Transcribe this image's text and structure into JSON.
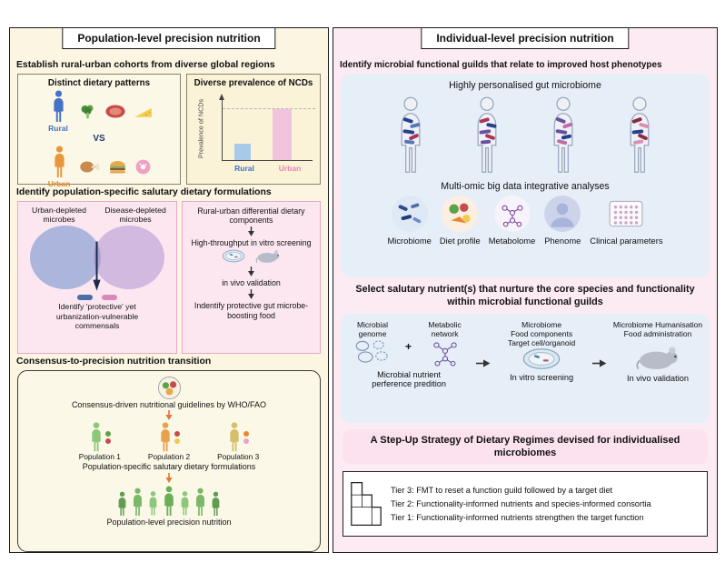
{
  "left": {
    "title": "Population-level precision nutrition",
    "s1": {
      "heading": "Establish rural-urban cohorts from diverse global regions",
      "dietary": {
        "title": "Distinct dietary patterns",
        "rural": "Rural",
        "vs": "VS",
        "urban": "Urban"
      },
      "ncd": {
        "title": "Diverse prevalence of NCDs",
        "ylabel": "Prevalence of NCDs"
      }
    },
    "s2": {
      "heading": "Identify population-specific salutary dietary formulations",
      "venn": {
        "label_left": "Urban-depleted microbes",
        "label_right": "Disease-depleted microbes",
        "caption": "Identify 'protective' yet urbanization-vulnerable commensals"
      },
      "screen": {
        "step1": "Rural-urban differential dietary components",
        "step2": "High-throughput in vitro screening",
        "step3": "in vivo validation",
        "step4": "Indentify protective gut microbe-boosting food"
      }
    },
    "s3": {
      "heading": "Consensus-to-precision nutrition transition",
      "caption1": "Consensus-driven nutritional guidelines by WHO/FAO",
      "pops": [
        "Population 1",
        "Population 2",
        "Population 3"
      ],
      "caption2": "Population-specific salutary dietary formulations",
      "caption3": "Population-level precision nutrition"
    }
  },
  "right": {
    "title": "Individual-level precision nutrition",
    "s1": {
      "heading": "Identify microbial functional guilds that relate to improved host phenotypes",
      "sub1": "Highly personalised gut microbiome",
      "sub2": "Multi-omic big data integrative analyses",
      "omics": [
        "Microbiome",
        "Diet profile",
        "Metabolome",
        "Phenome",
        "Clinical parameters"
      ]
    },
    "s2": {
      "heading": "Select salutary nutrient(s) that nurture the core species and functionality within microbial functional guilds",
      "genome_label": "Microbial genome",
      "plus": "+",
      "network_label": "Metabolic network",
      "col2_lines": [
        "Microbiome",
        "Food components",
        "Target cell/organoid"
      ],
      "col3_lines": [
        "Microbiome Humanisation",
        "Food administration"
      ],
      "cap1": "Microbial nutrient perference predition",
      "cap2": "In vitro screening",
      "cap3": "In vivo validation"
    },
    "s3": {
      "heading": "A Step-Up Strategy of Dietary Regimes devised for individualised microbiomes",
      "tiers": [
        {
          "label": "Tier 3",
          "text": ": FMT to reset a function guild followed by a target diet"
        },
        {
          "label": "Tier 2",
          "text": ": Functionality-informed nutrients and species-informed consortia"
        },
        {
          "label": "Tier 1",
          "text": ": Functionality-informed nutrients strengthen the target function"
        }
      ]
    }
  },
  "chart_data": {
    "type": "bar",
    "title": "Diverse prevalence of NCDs",
    "ylabel": "Prevalence of NCDs",
    "categories": [
      "Rural",
      "Urban"
    ],
    "values": [
      25,
      80
    ],
    "ylim": [
      0,
      100
    ],
    "colors": [
      "#a9c9ea",
      "#f2c3dc"
    ],
    "grid": false,
    "annotations": [
      "dashed reference line at Urban bar height"
    ]
  },
  "colors": {
    "left_panel_bg": "#fbf5e2",
    "right_panel_bg": "#fdebf3",
    "rural_blue": "#4472c4",
    "urban_orange": "#df8a2e",
    "urban_pink": "#e783b4",
    "pink_box": "#fce7f1",
    "blue_box": "#e6eef8"
  }
}
